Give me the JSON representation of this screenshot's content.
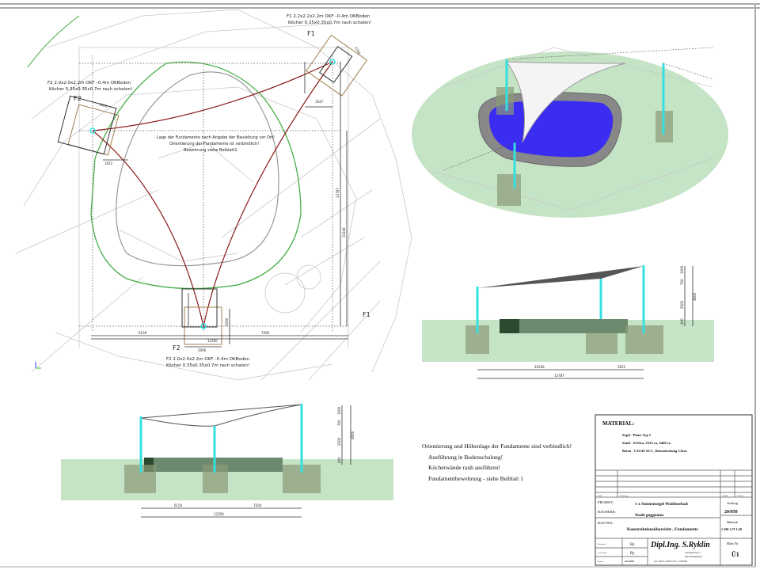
{
  "plan": {
    "f1_label": "F1",
    "f1_spec_1": "F1 2.2x2.2x2.2m OKF –0.4m OKBoden",
    "f1_spec_2": "Köcher 0.35x0.35x0.7m rauh schalen!",
    "f2a_label": "F2",
    "f2a_spec_1": "F2 2.0x2.0x2.2m OKF –0.4m OKBoden",
    "f2a_spec_2": "Köcher 0.35x0.35x0.7m rauh schalen!",
    "f2b_label": "F2",
    "f2b_spec_1": "F2 2.0x2.0x2.2m OKF –0.4m OKBoden",
    "f2b_spec_2": "Köcher 0.35x0.35x0.7m rauh schalen!",
    "side_label": "F1",
    "note_1": "Lage der Fundamente nach Angabe der Bauleitung vor Ort!",
    "note_2": "Orientierung der Fundamente ist verbindlich!",
    "note_3": "Bewehrung siehe Beiblatt1.",
    "dims": {
      "left": "6150",
      "right": "7200",
      "total": "13350",
      "f2_w": "2000",
      "f2_h": "2000",
      "v1": "13787",
      "v2": "10246",
      "f1_w": "1547",
      "f2a_w": "1872",
      "f1_size": "2200",
      "f2_size": "2000"
    }
  },
  "side_view": {
    "dims": {
      "a": "10246",
      "b": "2651",
      "total": "13787",
      "h1": "1000",
      "h2": "700",
      "h3": "2500",
      "h4": "400",
      "h_total": "4600"
    }
  },
  "front_view": {
    "dims": {
      "a": "6150",
      "b": "7200",
      "total": "13350",
      "h1": "1000",
      "h2": "700",
      "h3": "2500",
      "h4": "400",
      "h_total": "4600"
    }
  },
  "notes": [
    "Orientierung und Höhenlage der Fundamente sind verbindlich!",
    "Ausführung in Bodenschalung!",
    "Köcherwände rauh ausführen!",
    "Fundamentbewehrung - siehe Beiblatt 1"
  ],
  "title_block": {
    "material_heading": "MATERIAL:",
    "materials": [
      "Segel   - Plane Typ I",
      "Stahl   -  S235ra, S355 ra, S460 ra",
      "Beton  - C25/30 XC2 , Betondeckung 5.0cm"
    ],
    "rev_headers": [
      "Index",
      "Änderung",
      "Datum",
      "Zeichen"
    ],
    "projekt_label": "PROJEKT :",
    "projekt_value": "1 x Sonnensegel Waldseebad",
    "bauherr_label": "BAUHERR:",
    "bauherr_value": "Stadt gaggenau",
    "bauteil_label": "BAUTEIL :",
    "bauteil_value": "Konstruktionsübersicht , Fundamente",
    "auftrag_label": "Auftrag",
    "auftrag_value": "20/050",
    "massstab_label": "Maßstab",
    "massstab_value": "1:100 1:75 1:50",
    "blatt_label": "Blatt Nr",
    "blatt_value": "Ü1",
    "bearbeitet_label": "Bearbeitet",
    "bearbeitet_value": "Ry",
    "gezeichnet_label": "Gezeichnet",
    "gezeichnet_value": "Ry",
    "datum_label": "Datum",
    "datum_value": "30.5.2020",
    "engineer_name": "Dipl.Ing. S.Ryklin",
    "address_1": "Lucienstrasse 17",
    "address_2": "69123 Heidelberg",
    "phone": "Tel.: 06221-450075  Fax: -7045048"
  },
  "colors": {
    "pole": "#33e0e0",
    "pool": "#3a2cf0",
    "ground": "#bfe0bf",
    "cable": "#8b1a1a",
    "green_outline": "#3aa83a"
  }
}
